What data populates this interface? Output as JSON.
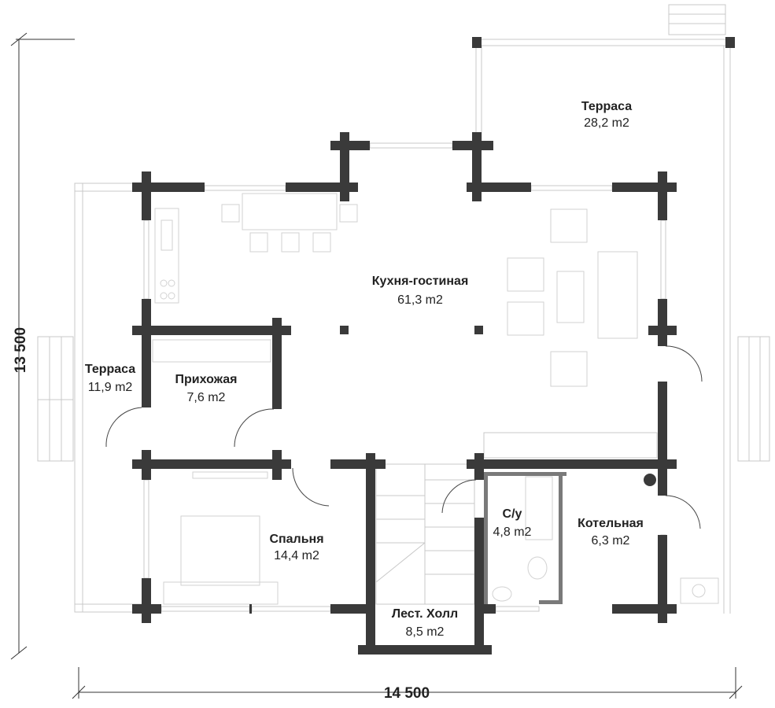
{
  "rooms": {
    "terrace_top": {
      "name": "Терраса",
      "area": "28,2 m2"
    },
    "kitchen_living": {
      "name": "Кухня-гостиная",
      "area": "61,3 m2"
    },
    "terrace_left": {
      "name": "Терраса",
      "area": "11,9 m2"
    },
    "hallway": {
      "name": "Прихожая",
      "area": "7,6 m2"
    },
    "bedroom": {
      "name": "Спальня",
      "area": "14,4 m2"
    },
    "bathroom": {
      "name": "С/у",
      "area": "4,8 m2"
    },
    "boiler_room": {
      "name": "Котельная",
      "area": "6,3 m2"
    },
    "stair_hall": {
      "name": "Лест. Холл",
      "area": "8,5 m2"
    }
  },
  "dimensions": {
    "width": "14 500",
    "height": "13 500"
  },
  "colors": {
    "wall": "#3a3a3a",
    "outline": "#c8c8c8",
    "text": "#222222"
  }
}
